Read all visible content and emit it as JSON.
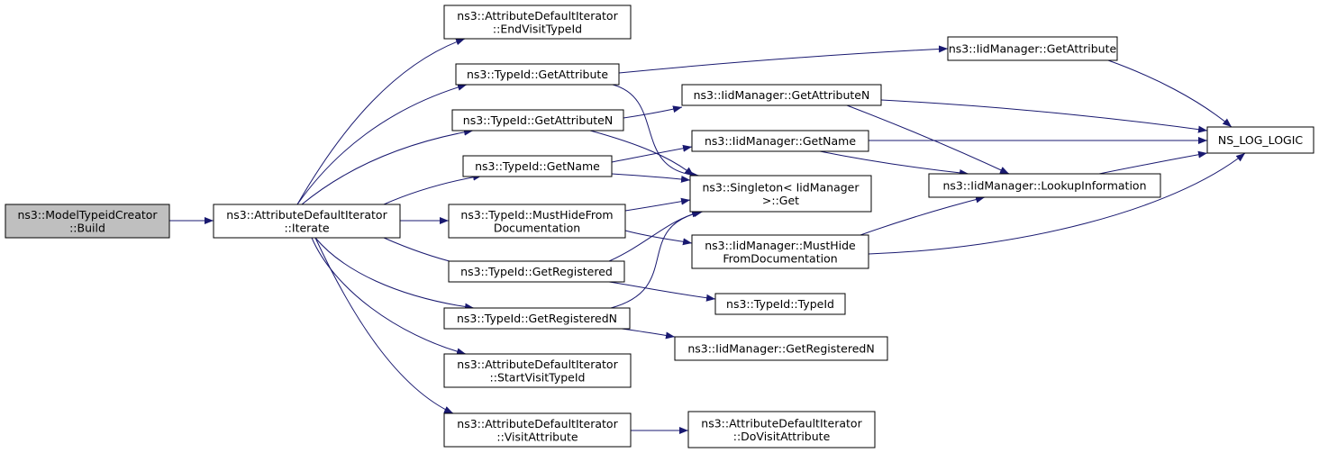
{
  "colors": {
    "edge": "#191970",
    "node_fill": "#ffffff",
    "root_fill": "#bfbfbf",
    "node_stroke": "#000000"
  },
  "nodes": [
    {
      "id": "build",
      "lines": [
        "ns3::ModelTypeidCreator",
        "::Build"
      ],
      "root": true
    },
    {
      "id": "iterate",
      "lines": [
        "ns3::AttributeDefaultIterator",
        "::Iterate"
      ]
    },
    {
      "id": "endvisit",
      "lines": [
        "ns3::AttributeDefaultIterator",
        "::EndVisitTypeId"
      ]
    },
    {
      "id": "getattr",
      "lines": [
        "ns3::TypeId::GetAttribute"
      ]
    },
    {
      "id": "getattrn",
      "lines": [
        "ns3::TypeId::GetAttributeN"
      ]
    },
    {
      "id": "getname",
      "lines": [
        "ns3::TypeId::GetName"
      ]
    },
    {
      "id": "musthide",
      "lines": [
        "ns3::TypeId::MustHideFrom",
        "Documentation"
      ]
    },
    {
      "id": "getreg",
      "lines": [
        "ns3::TypeId::GetRegistered"
      ]
    },
    {
      "id": "getregn",
      "lines": [
        "ns3::TypeId::GetRegisteredN"
      ]
    },
    {
      "id": "startvisit",
      "lines": [
        "ns3::AttributeDefaultIterator",
        "::StartVisitTypeId"
      ]
    },
    {
      "id": "visitattr",
      "lines": [
        "ns3::AttributeDefaultIterator",
        "::VisitAttribute"
      ]
    },
    {
      "id": "iid_getattr",
      "lines": [
        "ns3::IidManager::GetAttribute"
      ]
    },
    {
      "id": "iid_getattrn",
      "lines": [
        "ns3::IidManager::GetAttributeN"
      ]
    },
    {
      "id": "iid_getname",
      "lines": [
        "ns3::IidManager::GetName"
      ]
    },
    {
      "id": "singleton",
      "lines": [
        "ns3::Singleton< IidManager",
        ">::Get"
      ]
    },
    {
      "id": "iid_musthide",
      "lines": [
        "ns3::IidManager::MustHide",
        "FromDocumentation"
      ]
    },
    {
      "id": "typeid_ctor",
      "lines": [
        "ns3::TypeId::TypeId"
      ]
    },
    {
      "id": "iid_getregn",
      "lines": [
        "ns3::IidManager::GetRegisteredN"
      ]
    },
    {
      "id": "dovisit",
      "lines": [
        "ns3::AttributeDefaultIterator",
        "::DoVisitAttribute"
      ]
    },
    {
      "id": "lookup",
      "lines": [
        "ns3::IidManager::LookupInformation"
      ]
    },
    {
      "id": "nslog",
      "lines": [
        "NS_LOG_LOGIC"
      ]
    }
  ],
  "edges": [
    {
      "from": "build",
      "to": "iterate"
    },
    {
      "from": "iterate",
      "to": "endvisit"
    },
    {
      "from": "iterate",
      "to": "getattr"
    },
    {
      "from": "iterate",
      "to": "getattrn"
    },
    {
      "from": "iterate",
      "to": "getname"
    },
    {
      "from": "iterate",
      "to": "musthide"
    },
    {
      "from": "iterate",
      "to": "getreg"
    },
    {
      "from": "iterate",
      "to": "getregn"
    },
    {
      "from": "iterate",
      "to": "startvisit"
    },
    {
      "from": "iterate",
      "to": "visitattr"
    },
    {
      "from": "getattr",
      "to": "iid_getattr"
    },
    {
      "from": "getattr",
      "to": "singleton"
    },
    {
      "from": "getattrn",
      "to": "iid_getattrn"
    },
    {
      "from": "getattrn",
      "to": "singleton"
    },
    {
      "from": "getname",
      "to": "iid_getname"
    },
    {
      "from": "getname",
      "to": "singleton"
    },
    {
      "from": "musthide",
      "to": "singleton"
    },
    {
      "from": "musthide",
      "to": "iid_musthide"
    },
    {
      "from": "getreg",
      "to": "singleton"
    },
    {
      "from": "getreg",
      "to": "typeid_ctor"
    },
    {
      "from": "getregn",
      "to": "singleton"
    },
    {
      "from": "getregn",
      "to": "iid_getregn"
    },
    {
      "from": "visitattr",
      "to": "dovisit"
    },
    {
      "from": "iid_getattr",
      "to": "nslog"
    },
    {
      "from": "iid_getattrn",
      "to": "nslog"
    },
    {
      "from": "iid_getattrn",
      "to": "lookup"
    },
    {
      "from": "iid_getname",
      "to": "nslog"
    },
    {
      "from": "iid_getname",
      "to": "lookup"
    },
    {
      "from": "iid_musthide",
      "to": "lookup"
    },
    {
      "from": "iid_musthide",
      "to": "nslog"
    },
    {
      "from": "lookup",
      "to": "nslog"
    }
  ]
}
